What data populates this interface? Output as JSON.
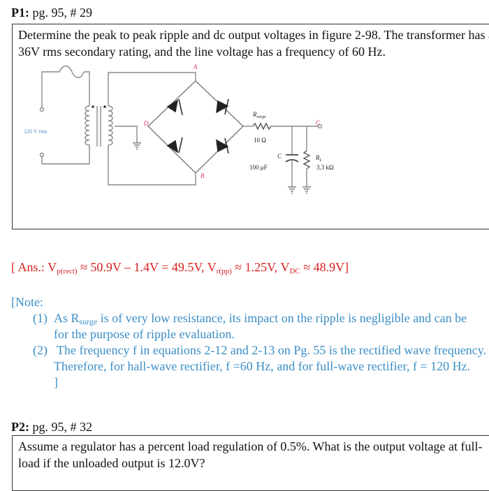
{
  "p1": {
    "label": "P1:",
    "ref": " pg. 95, # 29",
    "line1": "Determine the peak to peak ripple and dc output voltages in figure 2-98. The transformer has a",
    "line2": "36V rms secondary rating, and the line voltage has a frequency of 60 Hz."
  },
  "circuit": {
    "source_label": "120 V rms",
    "node_a": "A",
    "node_b": "B",
    "node_c": "C",
    "node_d": "D",
    "rsurge_label": "R",
    "rsurge_sub": "surge",
    "rsurge_value": "10 Ω",
    "cap_label": "C",
    "cap_value": "100 μF",
    "rl_label": "R",
    "rl_sub": "L",
    "rl_value": "3.3 kΩ"
  },
  "answer": {
    "prefix": "[ Ans.: V",
    "sub1": "p(rect)",
    "part1": " ≈ 50.9V – 1.4V = 49.5V, V",
    "sub2": "r(pp)",
    "part2": " ≈ 1.25V, V",
    "sub3": "DC",
    "part3": " ≈ 48.9V]"
  },
  "note": {
    "open": "[Note:",
    "item1_num": "(1)",
    "item1_a": "As R",
    "item1_sub": "surge",
    "item1_b": " is of very low resistance, its impact on the ripple is negligible and can be",
    "item1_line2": "for the purpose of ripple evaluation.",
    "item2_num": "(2)",
    "item2_line1": "The frequency f in equations 2-12 and 2-13 on Pg. 55 is the rectified wave frequency.",
    "item2_line2": "Therefore, for hall-wave rectifier, f =60 Hz, and for full-wave rectifier, f = 120 Hz.",
    "close": "]"
  },
  "p2": {
    "label": "P2:",
    "ref": " pg. 95, # 32",
    "line1": "Assume a regulator has a percent load regulation of 0.5%. What is the output voltage at full-",
    "line2": "load if the unloaded output is 12.0V?"
  }
}
